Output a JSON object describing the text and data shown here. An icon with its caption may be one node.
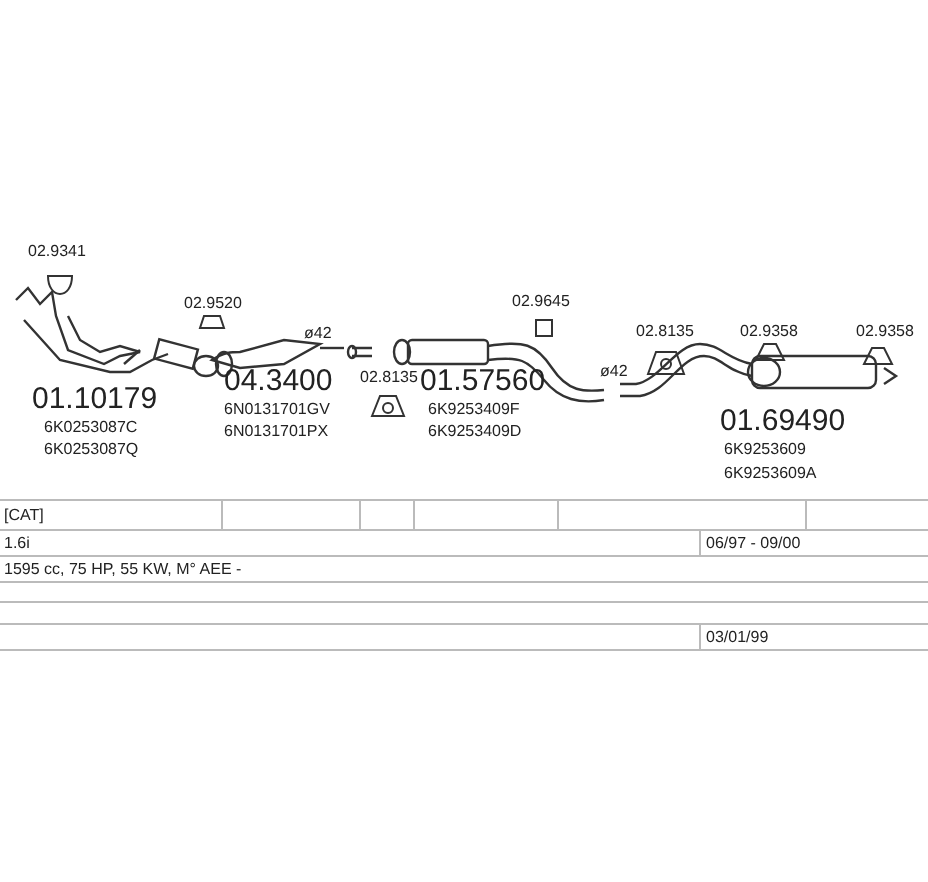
{
  "diagram": {
    "labels": [
      "02.9341",
      "02.9520",
      "01.10179",
      "6K0253087C",
      "6K0253087Q",
      "ø42",
      "04.3400",
      "6N0131701GV",
      "6N0131701PX",
      "02.8135",
      "01.57560",
      "6K9253409F",
      "6K9253409D",
      "02.9645",
      "ø42",
      "02.8135",
      "02.9358",
      "02.9358",
      "01.69490",
      "6K9253609",
      "6K9253609A",
      "[CAT]",
      "1.6i",
      "06/97 - 09/00",
      "1595 cc, 75 HP, 55 KW, M° AEE -",
      "03/01/99"
    ]
  }
}
